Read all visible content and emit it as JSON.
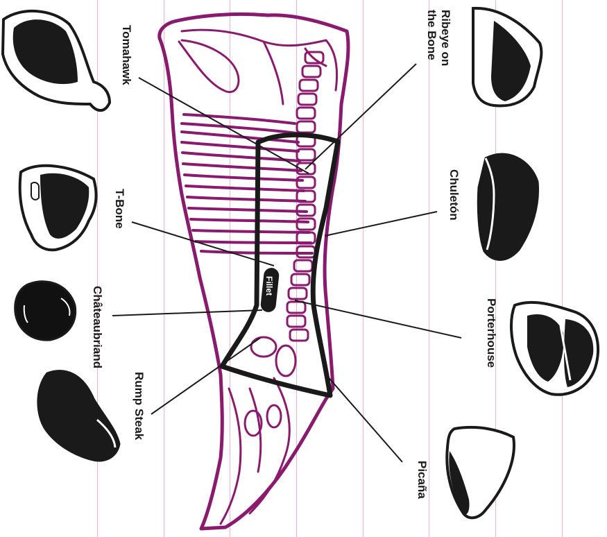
{
  "diagram": {
    "colors": {
      "carcass": "#8a1a6e",
      "ink": "#1a1a1a",
      "guide": "#e8b4d2",
      "background": "#ffffff"
    },
    "region_label": "Fillet",
    "cuts": {
      "tomahawk": "Tomahawk",
      "tbone": "T-Bone",
      "chateau": "Châteaubriand",
      "rump_steak": "Rump Steak",
      "ribeye_line1": "Ribeye on",
      "ribeye_line2": "the Bone",
      "chuleton": "Chuletón",
      "porterhouse": "Porterhouse",
      "picana": "Picaña"
    }
  }
}
